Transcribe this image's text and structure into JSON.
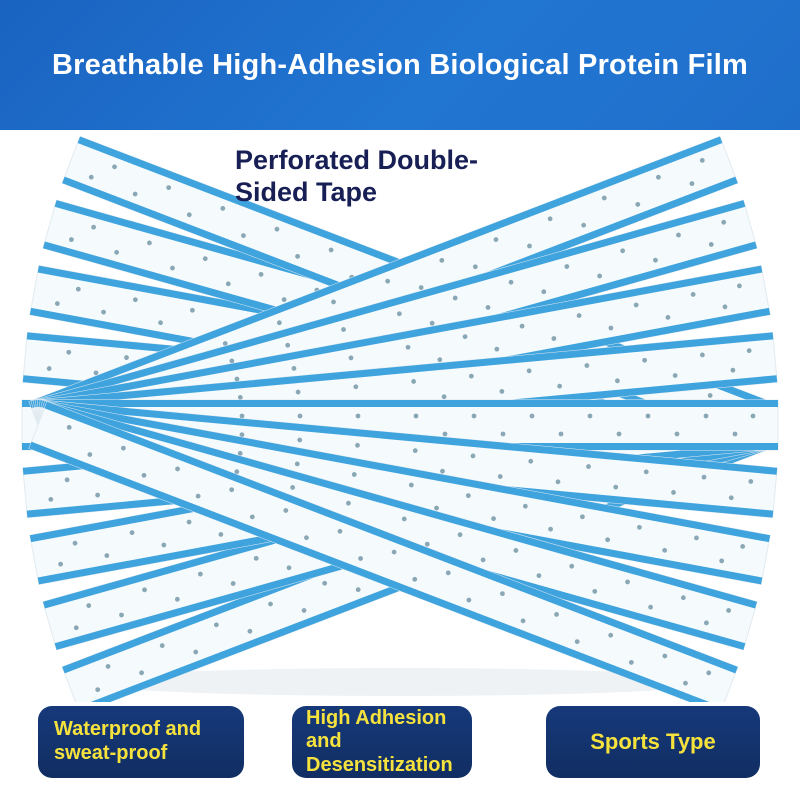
{
  "banner": {
    "title": "Breathable High-Adhesion Biological Protein Film"
  },
  "product": {
    "label": {
      "line1": "Perforated Double-",
      "line2": "Sided Tape"
    }
  },
  "badges": [
    {
      "line1": "Waterproof and",
      "line2": "sweat-proof"
    },
    {
      "line1": "High Adhesion and",
      "line2": "Desensitization"
    },
    {
      "line1": "Sports Type"
    }
  ],
  "colors": {
    "banner_bg": "#2176d2",
    "banner_text": "#ffffff",
    "label_text": "#171f55",
    "badge_bg": "#143572",
    "badge_text": "#f6e23d",
    "tape_edge": "#3fa3de",
    "tape_body": "#f5fafc",
    "tape_hole": "#8aa7b5"
  }
}
